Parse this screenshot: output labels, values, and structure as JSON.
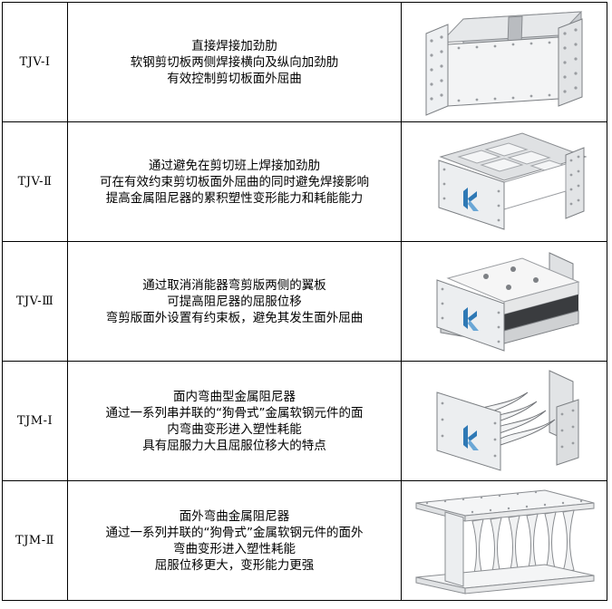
{
  "rows": [
    {
      "code": "TJV-Ⅰ",
      "lines": [
        "直接焊接加劲肋",
        "软钢剪切板两侧焊接横向及纵向加劲肋",
        "有效控制剪切板面外屈曲"
      ],
      "image": "shear-plate-damper-stiffened-icon"
    },
    {
      "code": "TJV-Ⅱ",
      "lines": [
        "通过避免在剪切班上焊接加劲肋",
        "可在有效约束剪切板面外屈曲的同时避免焊接影响",
        "提高金属阻尼器的累积塑性变形能力和耗能能力"
      ],
      "image": "shear-plate-damper-grid-icon"
    },
    {
      "code": "TJV-Ⅲ",
      "lines": [
        "通过取消消能器弯剪版两侧的翼板",
        "可提高阻尼器的屈服位移",
        "弯剪版面外设置有约束板，避免其发生面外屈曲"
      ],
      "image": "bending-shear-damper-restrained-icon"
    },
    {
      "code": "TJM-Ⅰ",
      "lines": [
        "面内弯曲型金属阻尼器",
        "通过一系列串并联的“狗骨式”金属软钢元件的面",
        "内弯曲变形进入塑性耗能",
        "具有屈服力大且屈服位移大的特点"
      ],
      "image": "in-plane-dogbone-damper-icon"
    },
    {
      "code": "TJM-Ⅱ",
      "lines": [
        "面外弯曲金属阻尼器",
        "通过一系列并联的“狗骨式”金属软钢元件的面外",
        "弯曲变形进入塑性耗能",
        "屈服位移更大，变形能力更强"
      ],
      "image": "out-of-plane-dogbone-damper-icon"
    }
  ]
}
